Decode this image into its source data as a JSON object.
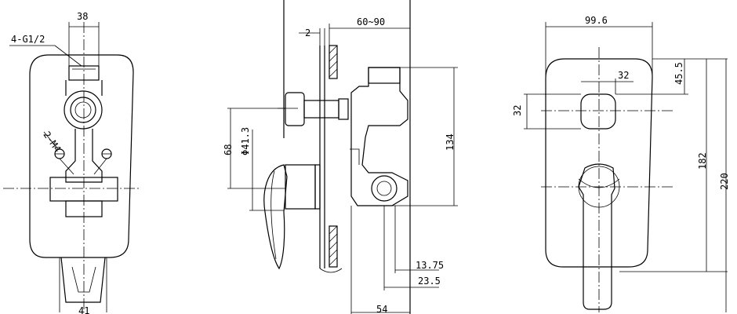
{
  "dimensions": {
    "front_left": {
      "width_38": "38",
      "thread_label": "4-G1/2",
      "screw_label": "2-M4",
      "bottom_partial": "41"
    },
    "side": {
      "gap_2": "2",
      "depth_range": "60~90",
      "height_68": "68",
      "diameter": "Φ41.3",
      "height_134": "134",
      "offset_13_75": "13.75",
      "offset_23_5": "23.5",
      "width_54": "54"
    },
    "front_right": {
      "width_99_6": "99.6",
      "knob_width": "32",
      "knob_height": "32",
      "offset_45_5": "45.5",
      "height_182": "182",
      "height_220": "220"
    }
  }
}
